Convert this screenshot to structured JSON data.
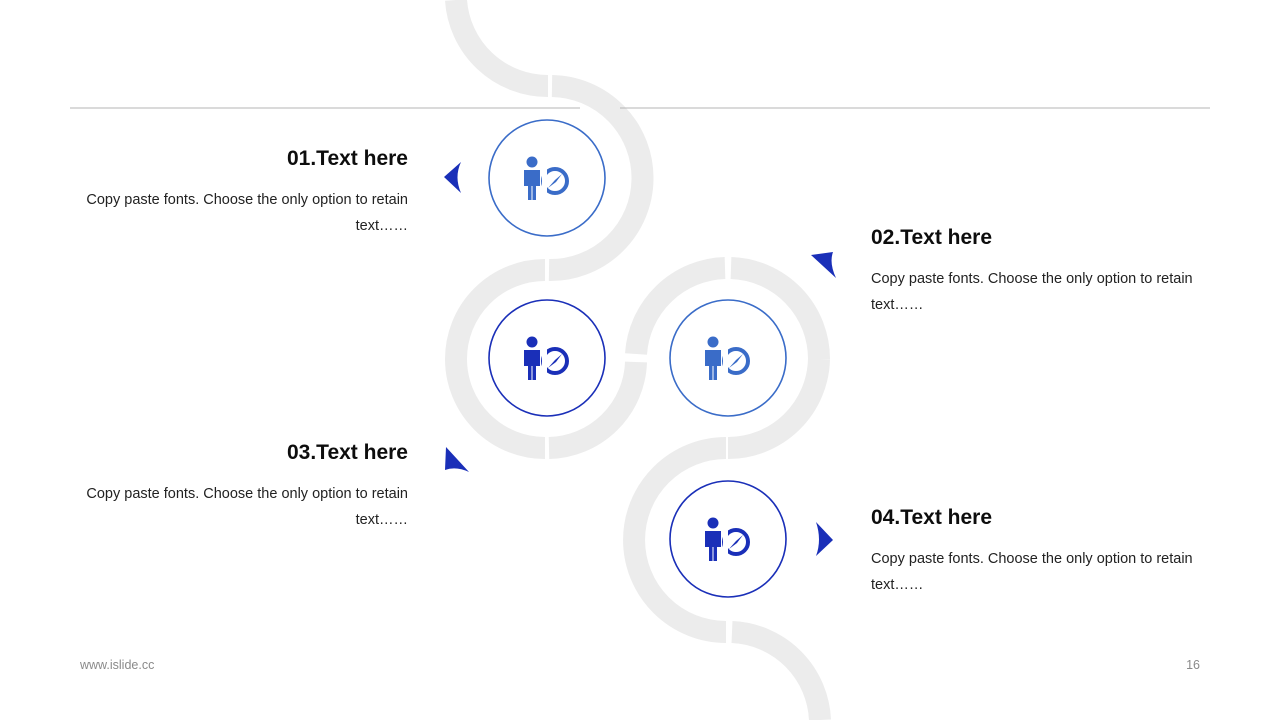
{
  "slide": {
    "items": [
      {
        "number": "01.",
        "title": "Text here",
        "heading": "01.Text here",
        "body": "Copy paste fonts. Choose the only option to retain text……"
      },
      {
        "number": "02.",
        "title": "Text here",
        "heading": "02.Text here",
        "body": "Copy paste fonts. Choose the only option to retain text……"
      },
      {
        "number": "03.",
        "title": "Text here",
        "heading": "03.Text here",
        "body": "Copy paste fonts. Choose the only option to retain text……"
      },
      {
        "number": "04.",
        "title": "Text here",
        "heading": "04.Text here",
        "body": "Copy paste fonts. Choose the only option to retain text……"
      }
    ],
    "icon": "businessman-compass-icon"
  },
  "footer": {
    "website": "www.islide.cc",
    "page_number": "16"
  },
  "colors": {
    "accent_dark": "#1a2fb8",
    "accent_light": "#3a6cc8",
    "track": "#ececec",
    "rule": "#b5b5b5"
  }
}
